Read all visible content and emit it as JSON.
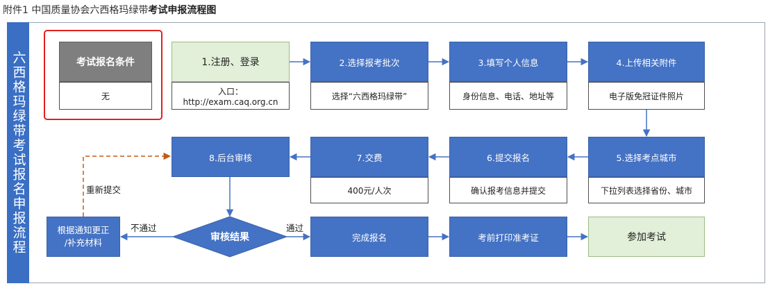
{
  "caption": {
    "prefix": "附件1 中国质量协会六西格玛绿带",
    "bold": "考试申报流程图"
  },
  "sidebar": {
    "title": "六西格玛绿带考试报名申报流程"
  },
  "conditions": {
    "title": "考试报名条件",
    "value": "无"
  },
  "steps": {
    "s1": {
      "title": "1.注册、登录",
      "detail": "入口：http://exam.caq.org.cn"
    },
    "s2": {
      "title": "2.选择报考批次",
      "detail": "选择“六西格玛绿带”"
    },
    "s3": {
      "title": "3.填写个人信息",
      "detail": "身份信息、电话、地址等"
    },
    "s4": {
      "title": "4.上传相关附件",
      "detail": "电子版免冠证件照片"
    },
    "s5": {
      "title": "5.选择考点城市",
      "detail": "下拉列表选择省份、城市"
    },
    "s6": {
      "title": "6.提交报名",
      "detail": "确认报考信息并提交"
    },
    "s7": {
      "title": "7.交费",
      "detail": "400元/人次"
    },
    "s8": {
      "title": "8.后台审核"
    }
  },
  "decision": {
    "label": "审核结果"
  },
  "fail": {
    "label": "不通过",
    "box": "根据通知更正\n/补充材料",
    "resubmit": "重新提交"
  },
  "pass": {
    "label": "通过",
    "complete": "完成报名",
    "print": "考前打印准考证",
    "exam": "参加考试"
  },
  "colors": {
    "blue": "#4472c4",
    "green": "#e2efd9",
    "gray": "#7f7f7f",
    "red": "#e0201e",
    "dashed": "#c55a11"
  }
}
